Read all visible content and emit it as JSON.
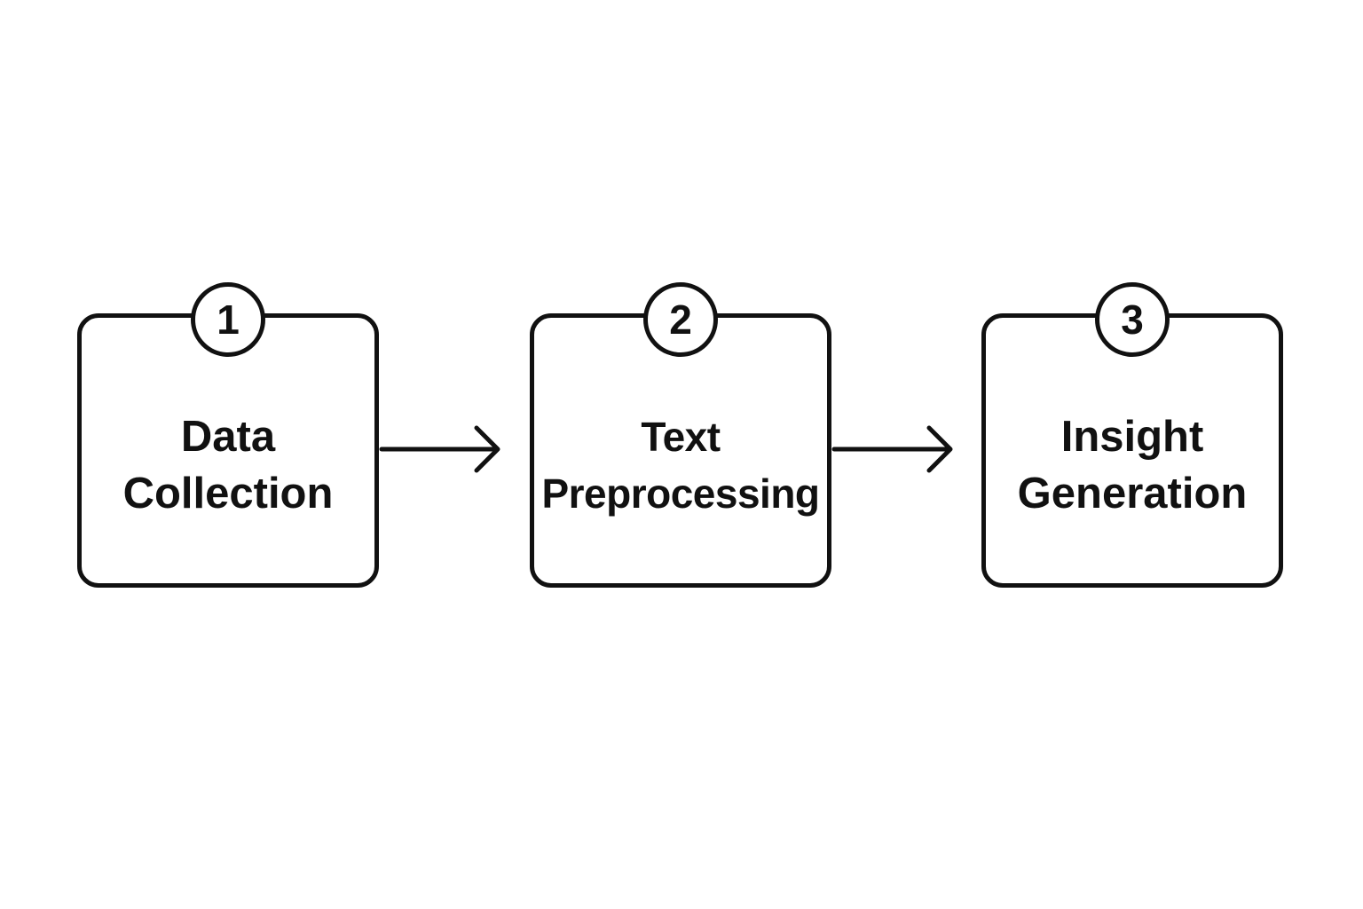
{
  "steps": [
    {
      "number": "1",
      "title_line1": "Data",
      "title_line2": "Collection"
    },
    {
      "number": "2",
      "title_line1": "Text",
      "title_line2": "Preprocessing"
    },
    {
      "number": "3",
      "title_line1": "Insight",
      "title_line2": "Generation"
    }
  ],
  "colors": {
    "stroke": "#111111",
    "background": "#ffffff"
  },
  "icons": {
    "connector": "arrow-right-icon"
  }
}
